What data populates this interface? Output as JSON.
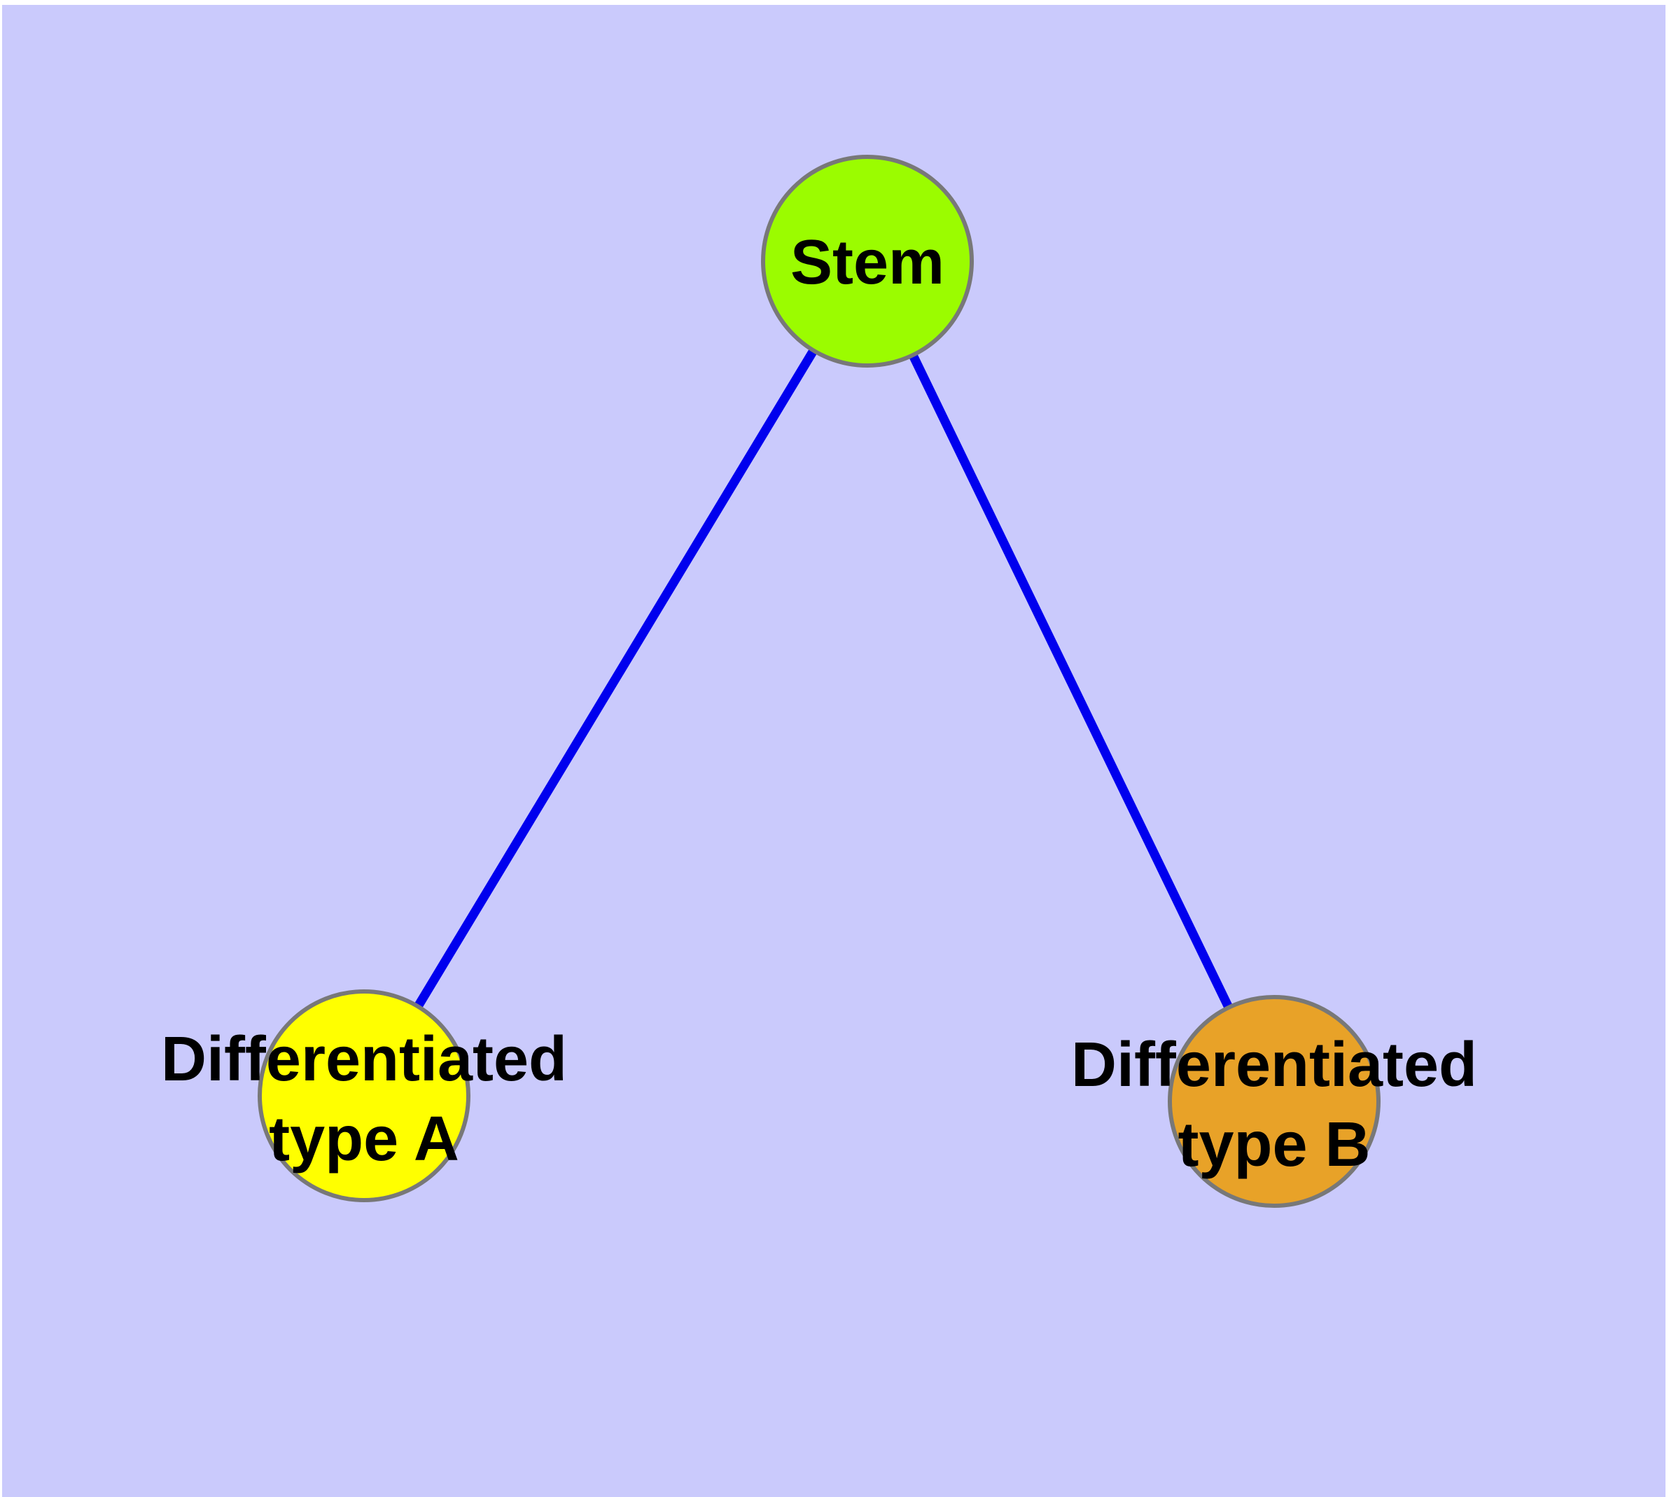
{
  "canvas": {
    "background_color": "#CACAFC",
    "margin_color": "#FFFFFF"
  },
  "graph": {
    "type": "node-link-diagram",
    "nodes": [
      {
        "id": "stem",
        "label": "Stem",
        "lines": [
          "Stem"
        ],
        "fill": "#9BFC00",
        "border": "#787878",
        "text_color": "#000000"
      },
      {
        "id": "differentiated-type-a",
        "label": "Differentiated type A",
        "lines": [
          "Differentiated",
          "type A"
        ],
        "fill": "#FFFF00",
        "border": "#787878",
        "text_color": "#000000"
      },
      {
        "id": "differentiated-type-b",
        "label": "Differentiated type B",
        "lines": [
          "Differentiated",
          "type B"
        ],
        "fill": "#E8A228",
        "border": "#787878",
        "text_color": "#000000"
      }
    ],
    "edges": [
      {
        "from": "stem",
        "to": "differentiated-type-a",
        "color": "#0000EE"
      },
      {
        "from": "stem",
        "to": "differentiated-type-b",
        "color": "#0000EE"
      }
    ]
  }
}
